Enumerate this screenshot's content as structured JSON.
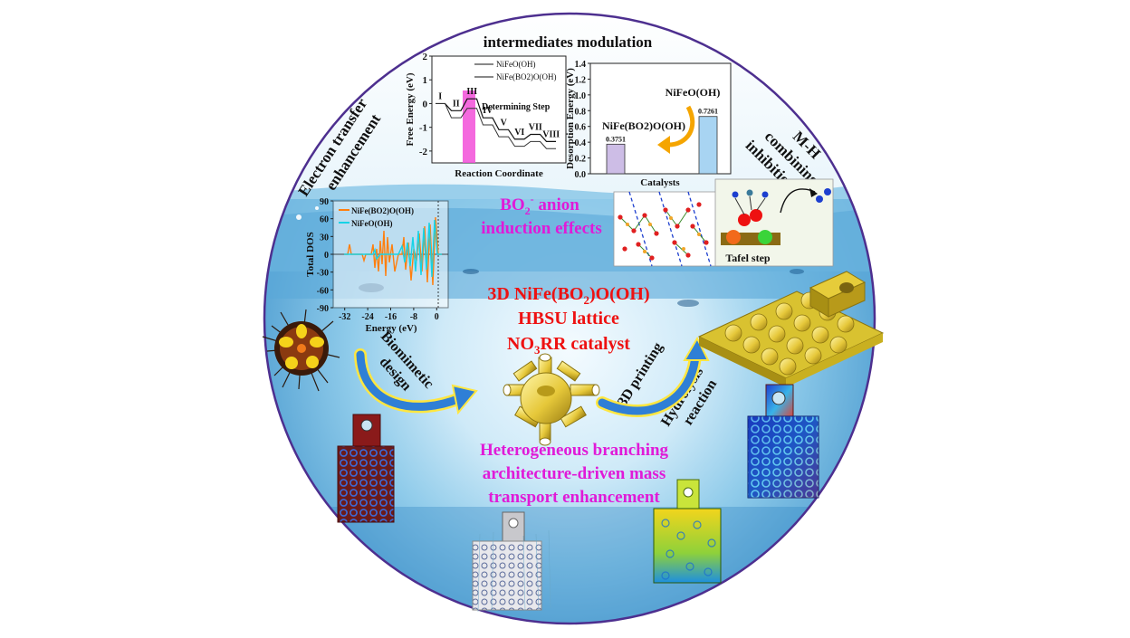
{
  "title": "intermediates modulation",
  "side_labels": {
    "electron_transfer_1": "Electron transfer",
    "electron_transfer_2": "enhancement",
    "mh_1": "M-H",
    "mh_2": "combining",
    "mh_3": "inhibition",
    "biomimetic_1": "Biomimetic",
    "biomimetic_2": "design",
    "printing": "3D printing",
    "hydrolysis_1": "Hydrolysis",
    "hydrolysis_2": "reaction",
    "tafel": "Tafel step"
  },
  "center_text": {
    "bo2_prefix": "BO",
    "bo2_sub": "2",
    "bo2_sup": "-",
    "bo2_suffix": " anion",
    "induction": "induction effects",
    "cat_prefix": "3D NiFe(BO",
    "cat_sub": "2",
    "cat_suffix": ")O(OH)",
    "lattice": "HBSU lattice",
    "no3_prefix": "NO",
    "no3_sub": "3",
    "no3_suffix": "RR catalyst",
    "hetero_1": "Heterogeneous branching",
    "hetero_2": "architecture-driven mass",
    "hetero_3": "transport enhancement"
  },
  "colors": {
    "red": "#ee1111",
    "magenta": "#e01ad8",
    "dark": "#111111",
    "circle_border": "#4d2f8f",
    "arrow_yellow": "#ffe640",
    "arrow_blue": "#2f7fd6"
  },
  "chart_data": [
    {
      "type": "line",
      "xlabel": "Reaction Coordinate",
      "ylabel": "Free Energy (eV)",
      "ylim": [
        -2.5,
        2
      ],
      "yticks": [
        "2",
        "1",
        "0",
        "-1",
        "-2"
      ],
      "legend": [
        "NiFeO(OH)",
        "NiFe(BO2)O(OH)"
      ],
      "step_labels": [
        "I",
        "II",
        "III",
        "IV",
        "V",
        "VI",
        "VII",
        "VIII"
      ],
      "annotation": "Determining Step",
      "series": [
        {
          "name": "NiFeO(OH)",
          "values": [
            0,
            -0.3,
            0.2,
            -0.6,
            -1.1,
            -1.5,
            -1.3,
            -1.6
          ]
        },
        {
          "name": "NiFe(BO2)O(OH)",
          "values": [
            0,
            -0.6,
            -0.2,
            -0.9,
            -1.4,
            -1.8,
            -1.6,
            -1.9
          ]
        }
      ]
    },
    {
      "type": "bar",
      "xlabel": "Catalysts",
      "ylabel": "Desorption Energy (eV)",
      "ylim": [
        0,
        1.4
      ],
      "yticks": [
        "1.4",
        "1.2",
        "1.0",
        "0.8",
        "0.6",
        "0.4",
        "0.2",
        "0.0"
      ],
      "categories": [
        "NiFe(BO2)O(OH)",
        "NiFeO(OH)"
      ],
      "values": [
        0.3751,
        0.7261
      ],
      "value_labels": [
        "0.3751",
        "0.7261"
      ]
    },
    {
      "type": "area",
      "xlabel": "Energy (eV)",
      "ylabel": "Total DOS",
      "ylim": [
        -90,
        90
      ],
      "yticks": [
        "90",
        "60",
        "30",
        "0",
        "-30",
        "-60",
        "-90"
      ],
      "xticks": [
        "-32",
        "-24",
        "-16",
        "-8",
        "0"
      ],
      "legend": [
        "NiFe(BO2)O(OH)",
        "NiFeO(OH)"
      ]
    }
  ]
}
